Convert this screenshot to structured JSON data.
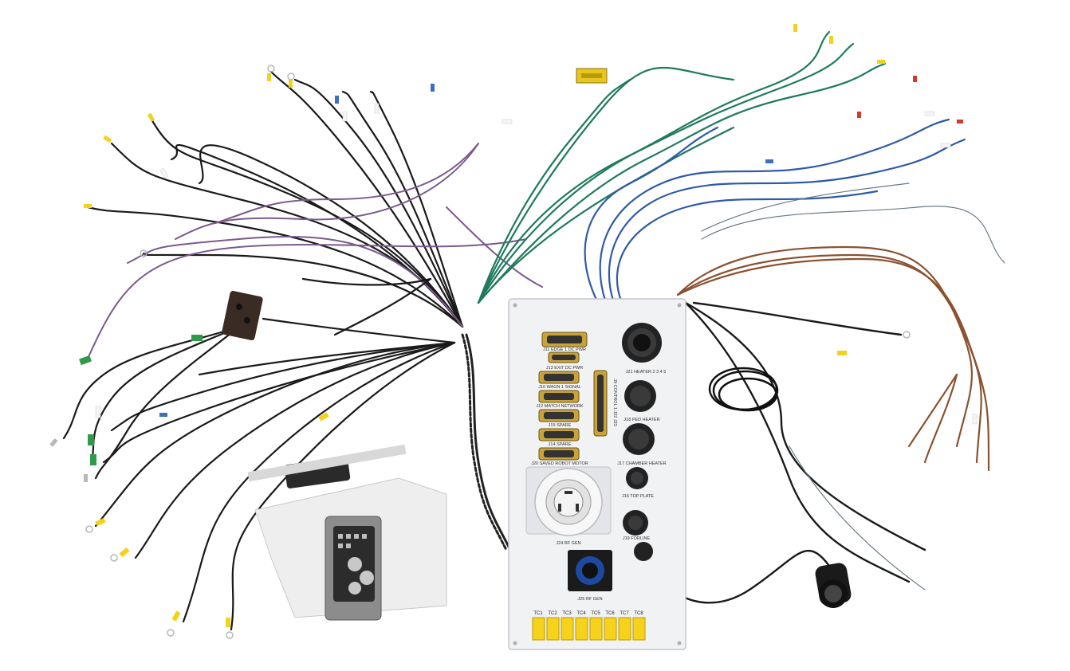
{
  "photo": {
    "subject": "wiring-harness-with-connector-panel",
    "colors": {
      "background": "#ffffff",
      "panel": "#f1f2f4",
      "cable_black": "#1a1a1a",
      "cable_purple": "#7b5a8c",
      "cable_green": "#1f7a5e",
      "cable_blue": "#2f5aa8",
      "cable_brown": "#8a5230",
      "sleeve_yellow": "#f2d21c",
      "sleeve_white": "#f5f5f5",
      "sleeve_green": "#2e9a4a",
      "terminal_metal": "#b8b8b8",
      "connector_gold": "#c9a23a",
      "tc_connector": "#f6d21a"
    }
  },
  "panel": {
    "labels": {
      "j11": "J11 EDGE 1 DC PWR",
      "j13": "J13 EXIT DC PWR",
      "j10": "J10 WAGN 1 SIGNAL",
      "j12": "J12 MATCH NETWORK",
      "j15": "J15 SPARE",
      "j14": "J14 SPARE",
      "j20": "J20 SAVED ROBOT MOTOR",
      "j21": "J21 HEATER 2 3 4 5",
      "j18": "J18 PED HEATER",
      "j17": "J17 CHAMBER HEATER",
      "j16": "J16 TOP PLATE",
      "j19": "J19 FORLINE",
      "j24": "J24 RF GEN",
      "j25": "J25 RF GEN",
      "vertical": "J9 CONTROL 1 J22 J23"
    },
    "tc_labels": [
      "TC1",
      "TC2",
      "TC3",
      "TC4",
      "TC5",
      "TC6",
      "TC7",
      "TC8"
    ]
  }
}
